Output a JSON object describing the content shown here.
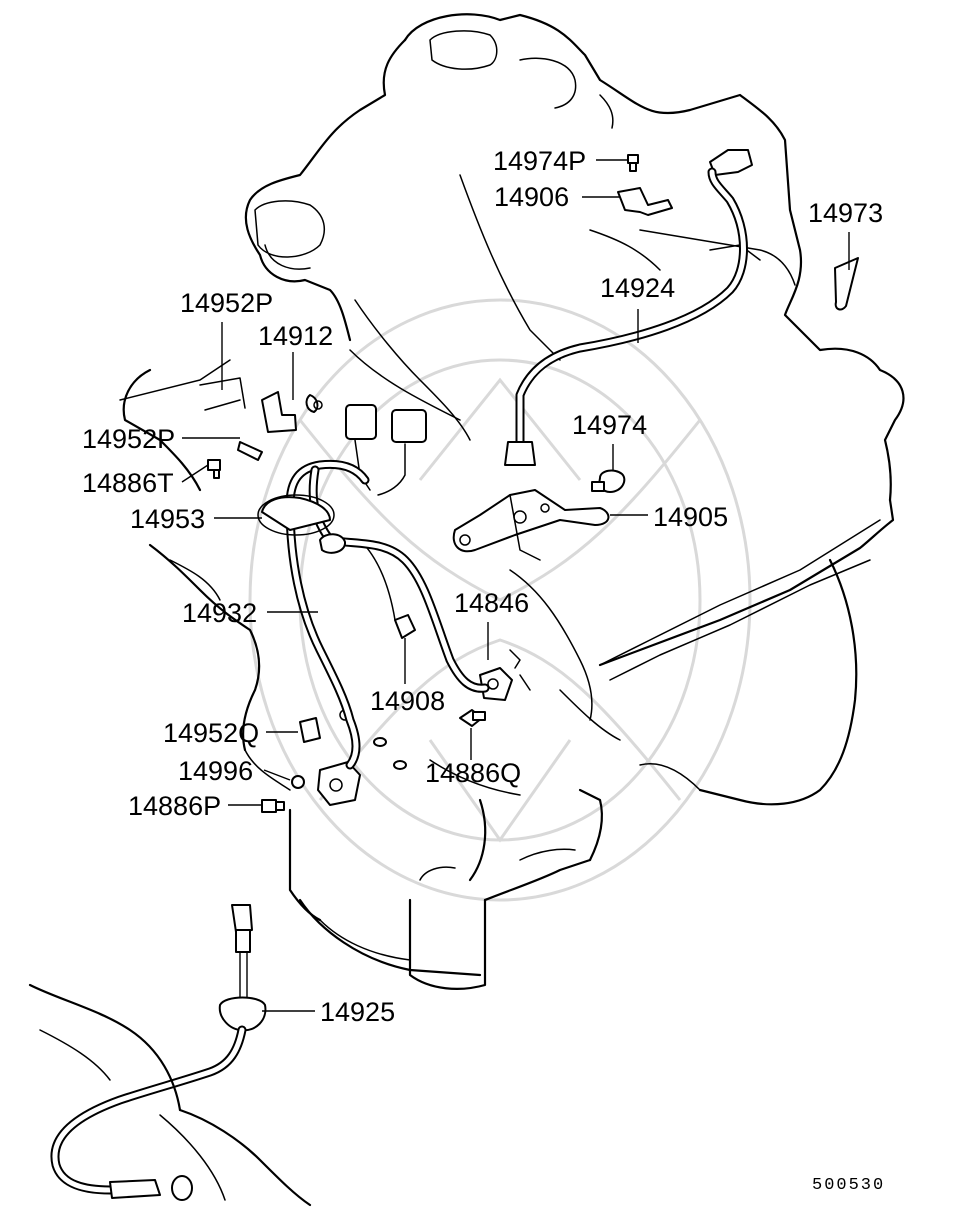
{
  "diagram_code": "500530",
  "callouts": [
    {
      "id": "c1",
      "label": "14974P"
    },
    {
      "id": "c2",
      "label": "14906"
    },
    {
      "id": "c3",
      "label": "14973"
    },
    {
      "id": "c4",
      "label": "14924"
    },
    {
      "id": "c5",
      "label": "14952P"
    },
    {
      "id": "c6",
      "label": "14912"
    },
    {
      "id": "c7",
      "label": "14952P"
    },
    {
      "id": "c8",
      "label": "14886T"
    },
    {
      "id": "c9",
      "label": "14974"
    },
    {
      "id": "c10",
      "label": "14953"
    },
    {
      "id": "c11",
      "label": "14905"
    },
    {
      "id": "c12",
      "label": "14846"
    },
    {
      "id": "c13",
      "label": "14932"
    },
    {
      "id": "c14",
      "label": "14908"
    },
    {
      "id": "c15",
      "label": "14952Q"
    },
    {
      "id": "c16",
      "label": "14996"
    },
    {
      "id": "c17",
      "label": "14886Q"
    },
    {
      "id": "c18",
      "label": "14886P"
    },
    {
      "id": "c19",
      "label": "14925"
    }
  ]
}
